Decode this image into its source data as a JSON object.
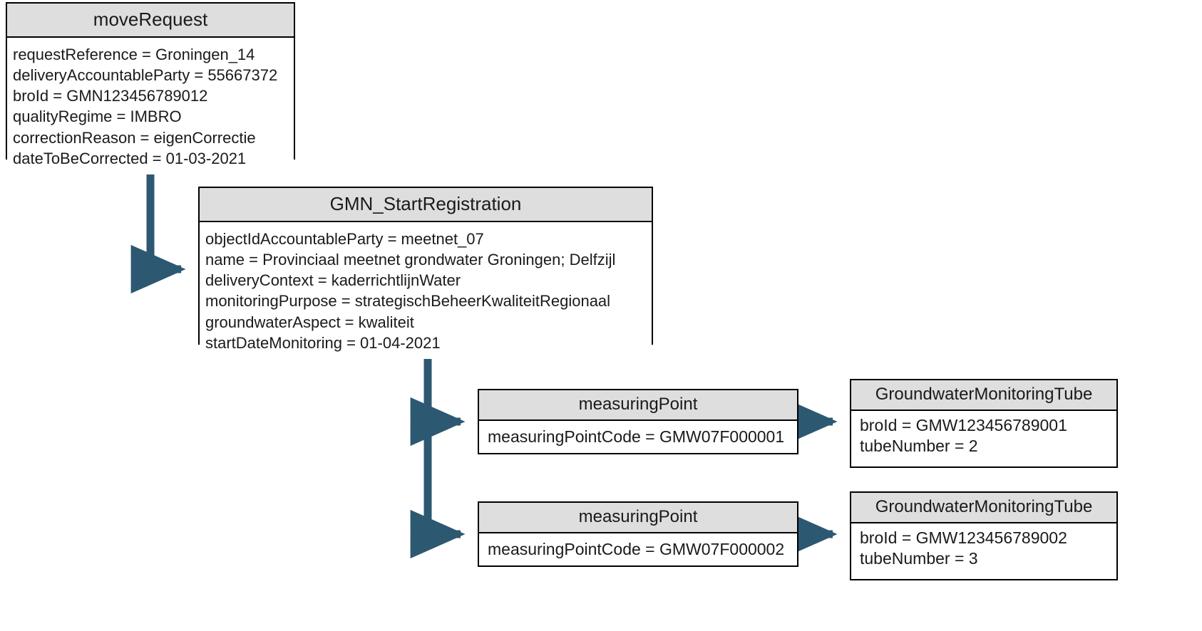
{
  "diagram": {
    "title_semantics": "UML object diagram for GMN move request",
    "colors": {
      "box_border": "#000000",
      "title_fill": "#dedede",
      "body_fill": "#ffffff",
      "text": "#1a1a1a",
      "connector": "#2d5871"
    }
  },
  "boxes": {
    "move_request": {
      "title": "moveRequest",
      "attributes": [
        "requestReference = Groningen_14",
        "deliveryAccountableParty = 55667372",
        "broId = GMN123456789012",
        "qualityRegime = IMBRO",
        "correctionReason = eigenCorrectie",
        "dateToBeCorrected = 01-03-2021"
      ]
    },
    "gmn_start_registration": {
      "title": "GMN_StartRegistration",
      "attributes": [
        "objectIdAccountableParty = meetnet_07",
        "name = Provinciaal meetnet grondwater Groningen; Delfzijl",
        "deliveryContext = kaderrichtlijnWater",
        "monitoringPurpose = strategischBeheerKwaliteitRegionaal",
        "groundwaterAspect = kwaliteit",
        "startDateMonitoring = 01-04-2021"
      ]
    },
    "measuring_point_1": {
      "title": "measuringPoint",
      "attributes": [
        "measuringPointCode = GMW07F000001"
      ]
    },
    "measuring_point_2": {
      "title": "measuringPoint",
      "attributes": [
        "measuringPointCode = GMW07F000002"
      ]
    },
    "tube_1": {
      "title": "GroundwaterMonitoringTube",
      "attributes": [
        "broId = GMW123456789001",
        "tubeNumber = 2"
      ]
    },
    "tube_2": {
      "title": "GroundwaterMonitoringTube",
      "attributes": [
        "broId = GMW123456789002",
        "tubeNumber = 3"
      ]
    }
  },
  "connectors": [
    {
      "name": "move-request-to-gmn-start",
      "from": "move_request",
      "to": "gmn_start_registration"
    },
    {
      "name": "gmn-start-to-measuring-point-1",
      "from": "gmn_start_registration",
      "to": "measuring_point_1"
    },
    {
      "name": "gmn-start-to-measuring-point-2",
      "from": "gmn_start_registration",
      "to": "measuring_point_2"
    },
    {
      "name": "measuring-point-1-to-tube-1",
      "from": "measuring_point_1",
      "to": "tube_1"
    },
    {
      "name": "measuring-point-2-to-tube-2",
      "from": "measuring_point_2",
      "to": "tube_2"
    }
  ]
}
